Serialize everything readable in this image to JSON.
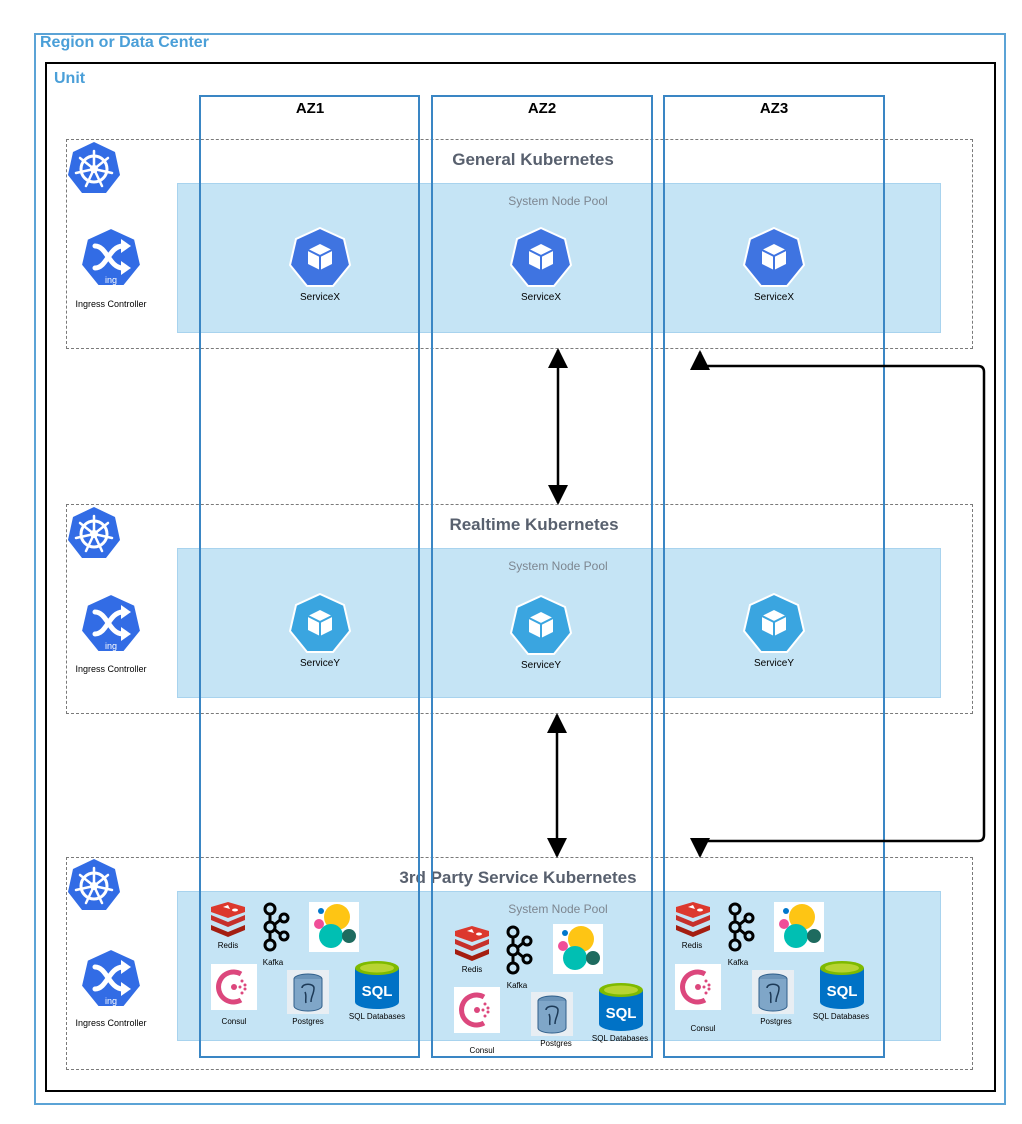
{
  "region": {
    "title": "Region or Data Center"
  },
  "unit": {
    "title": "Unit"
  },
  "azs": [
    "AZ1",
    "AZ2",
    "AZ3"
  ],
  "clusters": {
    "general": {
      "title": "General Kubernetes",
      "pool": "System Node Pool",
      "ingress": "Ingress Controller",
      "service": "ServiceX"
    },
    "realtime": {
      "title": "Realtime Kubernetes",
      "pool": "System Node Pool",
      "ingress": "Ingress Controller",
      "service": "ServiceY"
    },
    "third_party": {
      "title": "3rd Party Service Kubernetes",
      "pool": "System Node Pool",
      "ingress": "Ingress Controller",
      "components": {
        "redis": "Redis",
        "kafka": "Kafka",
        "consul": "Consul",
        "postgres": "Postgres",
        "sql": "SQL Databases",
        "sql_icon_text": "SQL"
      }
    }
  },
  "icon_text": {
    "ing": "ing"
  },
  "colors": {
    "region_border": "#5ba3d6",
    "az_border": "#3a86c4",
    "pool_fill": "#c5e4f5",
    "k8s_blue": "#326ce5",
    "service_x": "#3f74e1",
    "service_y": "#3aa5e0"
  }
}
